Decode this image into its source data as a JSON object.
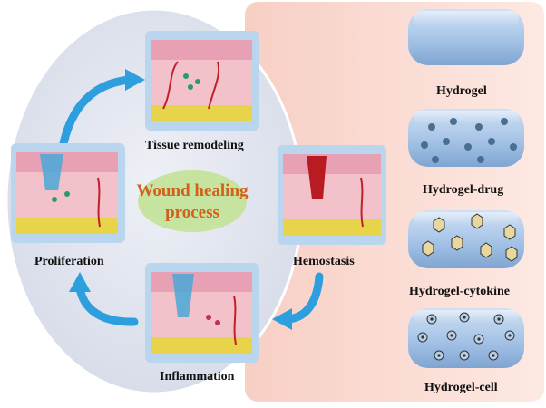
{
  "center": {
    "line1": "Wound healing",
    "line2": "process"
  },
  "stages": {
    "tissue_remodeling": "Tissue remodeling",
    "hemostasis": "Hemostasis",
    "inflammation": "Inflammation",
    "proliferation": "Proliferation"
  },
  "hydrogels": {
    "hydrogel": "Hydrogel",
    "drug": "Hydrogel-drug",
    "cytokine": "Hydrogel-cytokine",
    "cell": "Hydrogel-cell"
  },
  "colors": {
    "panel_bg": "#fbe4dc",
    "circle_bg": "#dfe3ee",
    "center_ellipse": "#c6e3a0",
    "center_text": "#d2601a",
    "arrow": "#2e9fde",
    "gel_body": "#a9c6e8",
    "skin_top": "#e8a0b4",
    "fat_layer": "#e8d44a"
  }
}
